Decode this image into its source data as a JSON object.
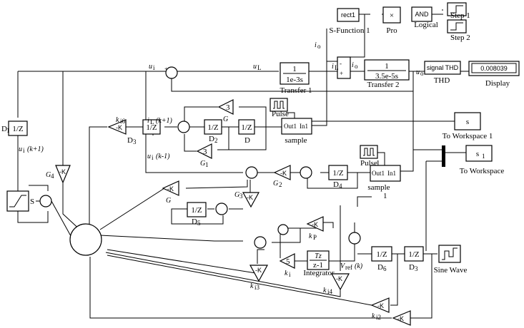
{
  "blocks": {
    "rect1": "rect1",
    "sfunction_label": "S-Function 1",
    "product_symbol": "×",
    "pro_label": "Pro",
    "and": "AND",
    "logical_label": "Logical",
    "step1": "Step 1",
    "step2": "Step 2",
    "tf1_num": "1",
    "tf1_den": "1e-3s",
    "tf1_label": "Transfer 1",
    "tf2_num": "1",
    "tf2_den": "3.5e-5s",
    "tf2_label": "Transfer 2",
    "thd_block": "signal THD",
    "thd_label": "THD",
    "display_value": "0.008039",
    "display_label": "Display",
    "pulse": "Pulse",
    "pulse1": "Pulse",
    "pulse1_num": "1",
    "sample_out": "Out1",
    "sample_in": "In1",
    "sample_label": "sample",
    "sample1_out": "Out1",
    "sample1_in": "In1",
    "sample1_label": "sample",
    "sample1_num": "1",
    "ws1_block": "s",
    "ws1_label": "To Workspace 1",
    "ws_block": "s",
    "ws_block_sub": "1",
    "ws_label": "To  Workspace",
    "unit_delay": "1/Z",
    "g3": "3",
    "g3_label": "G",
    "g1_3": "3",
    "g1_label": "G",
    "g1_sub": "1",
    "d_label": "D",
    "d2_label": "D",
    "d2_sub": "2",
    "d3_label": "D",
    "d3_sub": "3",
    "d1_label": "D",
    "d1_sub": "1",
    "d4_label": "D",
    "d4_sub": "4",
    "d5_label": "D",
    "d5_sub": "5",
    "d6_label": "D",
    "d6_sub": "6",
    "d3b_label": "D",
    "d3b_sub": "3",
    "neg_k": "-K",
    "k": "K",
    "g4_label": "G",
    "g4_sub": "4",
    "g2_label": "G",
    "g2_sub": "2",
    "g_label": "G",
    "g3b_label": "G",
    "g3b_sub": "3",
    "kp_label": "k",
    "kp_sub": "P",
    "ki3_label": "k",
    "ki3_sub": "i3",
    "ki4_label": "k",
    "ki4_sub": "i4",
    "ki2_label": "k",
    "ki2_sub": "i2",
    "ki6_label": "k",
    "ki6_sub": "i6",
    "ki_label": "k",
    "ki_sub": "i",
    "gain5": "5",
    "integ_num": "Tz",
    "integ_den": "z-1",
    "integ_label": "Integrator",
    "sat_label": "S",
    "sine_label": "Sine Wave"
  },
  "signals": {
    "ui": "u",
    "ui_sub": "i",
    "uL": "u",
    "uL_sub": "L",
    "iL": "i",
    "iL_sub": "L",
    "io": "i",
    "io_sub": "o",
    "io2": "i",
    "io2_sub": "o",
    "uo": "u",
    "uo_sub": "o",
    "iLk1": "i",
    "iLk1_sub": "L",
    "iLk1_suffix": "(k+1)",
    "uik1": "u",
    "uik1_sub": "i",
    "uik1_suffix": "(k-1)",
    "uikp1": "u",
    "uikp1_sub": "i",
    "uikp1_suffix": "(k+1)",
    "vref": "V",
    "vref_sub": "ref",
    "vref_suffix": "(k)"
  }
}
